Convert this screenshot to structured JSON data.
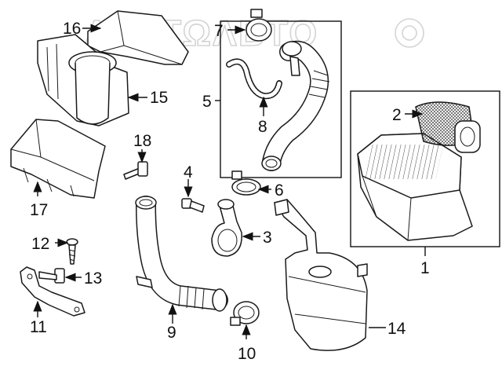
{
  "watermark": "ΛΛΓΤΩΛΒΤΟ",
  "callouts": [
    {
      "id": "c1",
      "text": "1"
    },
    {
      "id": "c2",
      "text": "2"
    },
    {
      "id": "c3",
      "text": "3"
    },
    {
      "id": "c4",
      "text": "4"
    },
    {
      "id": "c5",
      "text": "5"
    },
    {
      "id": "c6",
      "text": "6"
    },
    {
      "id": "c7",
      "text": "7"
    },
    {
      "id": "c8",
      "text": "8"
    },
    {
      "id": "c9",
      "text": "9"
    },
    {
      "id": "c10",
      "text": "10"
    },
    {
      "id": "c11",
      "text": "11"
    },
    {
      "id": "c12",
      "text": "12"
    },
    {
      "id": "c13",
      "text": "13"
    },
    {
      "id": "c14",
      "text": "14"
    },
    {
      "id": "c15",
      "text": "15"
    },
    {
      "id": "c16",
      "text": "16"
    },
    {
      "id": "c17",
      "text": "17"
    },
    {
      "id": "c18",
      "text": "18"
    }
  ]
}
